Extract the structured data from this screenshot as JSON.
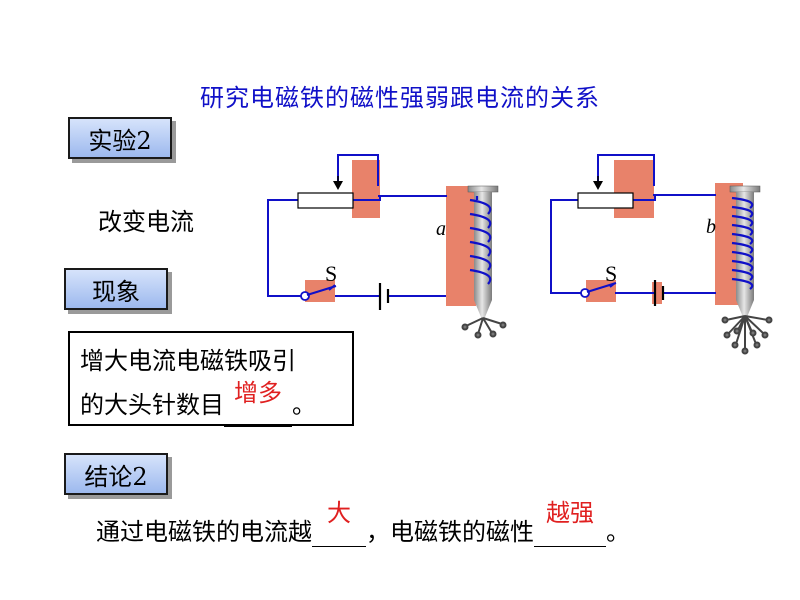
{
  "title": "研究电磁铁的磁性强弱跟电流的关系",
  "labels": {
    "experiment": "实验2",
    "method": "改变电流",
    "phenomenon": "现象",
    "conclusion_tag": "结论2"
  },
  "observation": {
    "line1": "增大电流电磁铁吸引",
    "line2_prefix": "的大头针数目",
    "answer": "增多",
    "line2_suffix": "。"
  },
  "conclusion": {
    "part1": "通过电磁铁的电流越",
    "answer1": "大",
    "part2": "，电磁铁的磁性",
    "answer2": "越强",
    "part3": "。"
  },
  "circuits": [
    {
      "switch_label": "S",
      "coil_label": "a"
    },
    {
      "switch_label": "S",
      "coil_label": "b"
    }
  ],
  "colors": {
    "title": "#1010c8",
    "answer": "#e02020",
    "salmon": "#e8826a",
    "wire": "#1010c8"
  }
}
